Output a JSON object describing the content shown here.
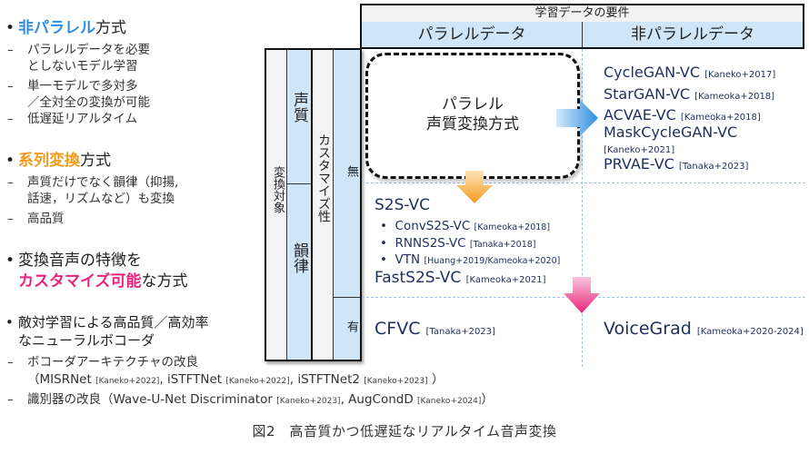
{
  "left_panel": {
    "bullet1": {
      "highlight": "非パラレル",
      "rest": "方式",
      "highlight_color": "#2e8ee0"
    },
    "bullet1_subs": [
      [
        "パラレルデータを必要",
        "としないモデル学習"
      ],
      [
        "単一モデルで多対多",
        "／全対全の変換が可能"
      ],
      [
        "低遅延リアルタイム"
      ]
    ],
    "bullet2": {
      "highlight": "系列変換",
      "rest": "方式",
      "highlight_color": "#f39a1e"
    },
    "bullet2_subs": [
      [
        "声質だけでなく韻律（抑揚,",
        "話速，リズムなど）も変換"
      ],
      [
        "高品質"
      ]
    ],
    "bullet3": {
      "line1": "変換音声の特徴を",
      "highlight": "カスタマイズ可能",
      "rest": "な方式",
      "highlight_color": "#e8247a"
    },
    "bullet4": {
      "line1": "敵対学習による高品質／高効率",
      "line2": "なニューラルボコーダ"
    },
    "bullet4_subs": [
      {
        "text": "ボコーダアーキテクチャの改良",
        "items": [
          {
            "name": "（MISRNet",
            "cite": "[Kaneko+2022]"
          },
          {
            "name": ", iSTFTNet",
            "cite": "[Kaneko+2022]"
          },
          {
            "name": ", iSTFTNet2",
            "cite": "[Kaneko+2023]"
          },
          {
            "name": " ）",
            "cite": ""
          }
        ]
      },
      {
        "text": "識別器の改良（Wave-U-Net Discriminator",
        "items": [
          {
            "name": "",
            "cite": "[Kaneko+2023]"
          },
          {
            "name": ", AugCondD",
            "cite": "[Kaneko+2024]"
          },
          {
            "name": "）",
            "cite": ""
          }
        ]
      }
    ],
    "bullet_glyph": "•",
    "dash_glyph": "–"
  },
  "table": {
    "header_top": "学習データの要件",
    "header_cols": [
      "パラレルデータ",
      "非パラレルデータ"
    ],
    "row_axis_1": {
      "label": "変換対象",
      "values": [
        "声質",
        "韻律"
      ]
    },
    "row_axis_2": {
      "label": "カスタマイズ性",
      "values": [
        "無",
        "有"
      ]
    },
    "center_box": {
      "line1": "パラレル",
      "line2": "声質変換方式"
    },
    "nonparallel_voice": [
      {
        "name": "CycleGAN-VC",
        "cite": "[Kaneko+2017]"
      },
      {
        "name": "StarGAN-VC",
        "cite": "[Kameoka+2018]"
      },
      {
        "name": "ACVAE-VC",
        "cite": "[Kameoka+2018]"
      },
      {
        "name": "MaskCycleGAN-VC",
        "cite": "[Kaneko+2021]"
      },
      {
        "name": "PRVAE-VC",
        "cite": "[Tanaka+2023]"
      }
    ],
    "parallel_prosody": {
      "head": "S2S-VC",
      "subs": [
        {
          "name": "ConvS2S-VC",
          "cite": "[Kameoka+2018]"
        },
        {
          "name": "RNNS2S-VC",
          "cite": "[Tanaka+2018]"
        },
        {
          "name": "VTN",
          "cite": "[Huang+2019/Kameoka+2020]"
        }
      ],
      "tail": {
        "name": "FastS2S-VC",
        "cite": "[Kameoka+2021]"
      }
    },
    "parallel_custom": {
      "name": "CFVC",
      "cite": "[Tanaka+2023]"
    },
    "nonparallel_custom": {
      "name": "VoiceGrad",
      "cite": "[Kameoka+2020-2024]"
    },
    "arrows": [
      {
        "direction": "right",
        "color": "#2e8ee0"
      },
      {
        "direction": "down",
        "color": "#f39a1e"
      },
      {
        "direction": "down",
        "color": "#e8247a"
      }
    ]
  },
  "caption": "図2　高音質かつ低遅延なリアルタイム音声変換"
}
